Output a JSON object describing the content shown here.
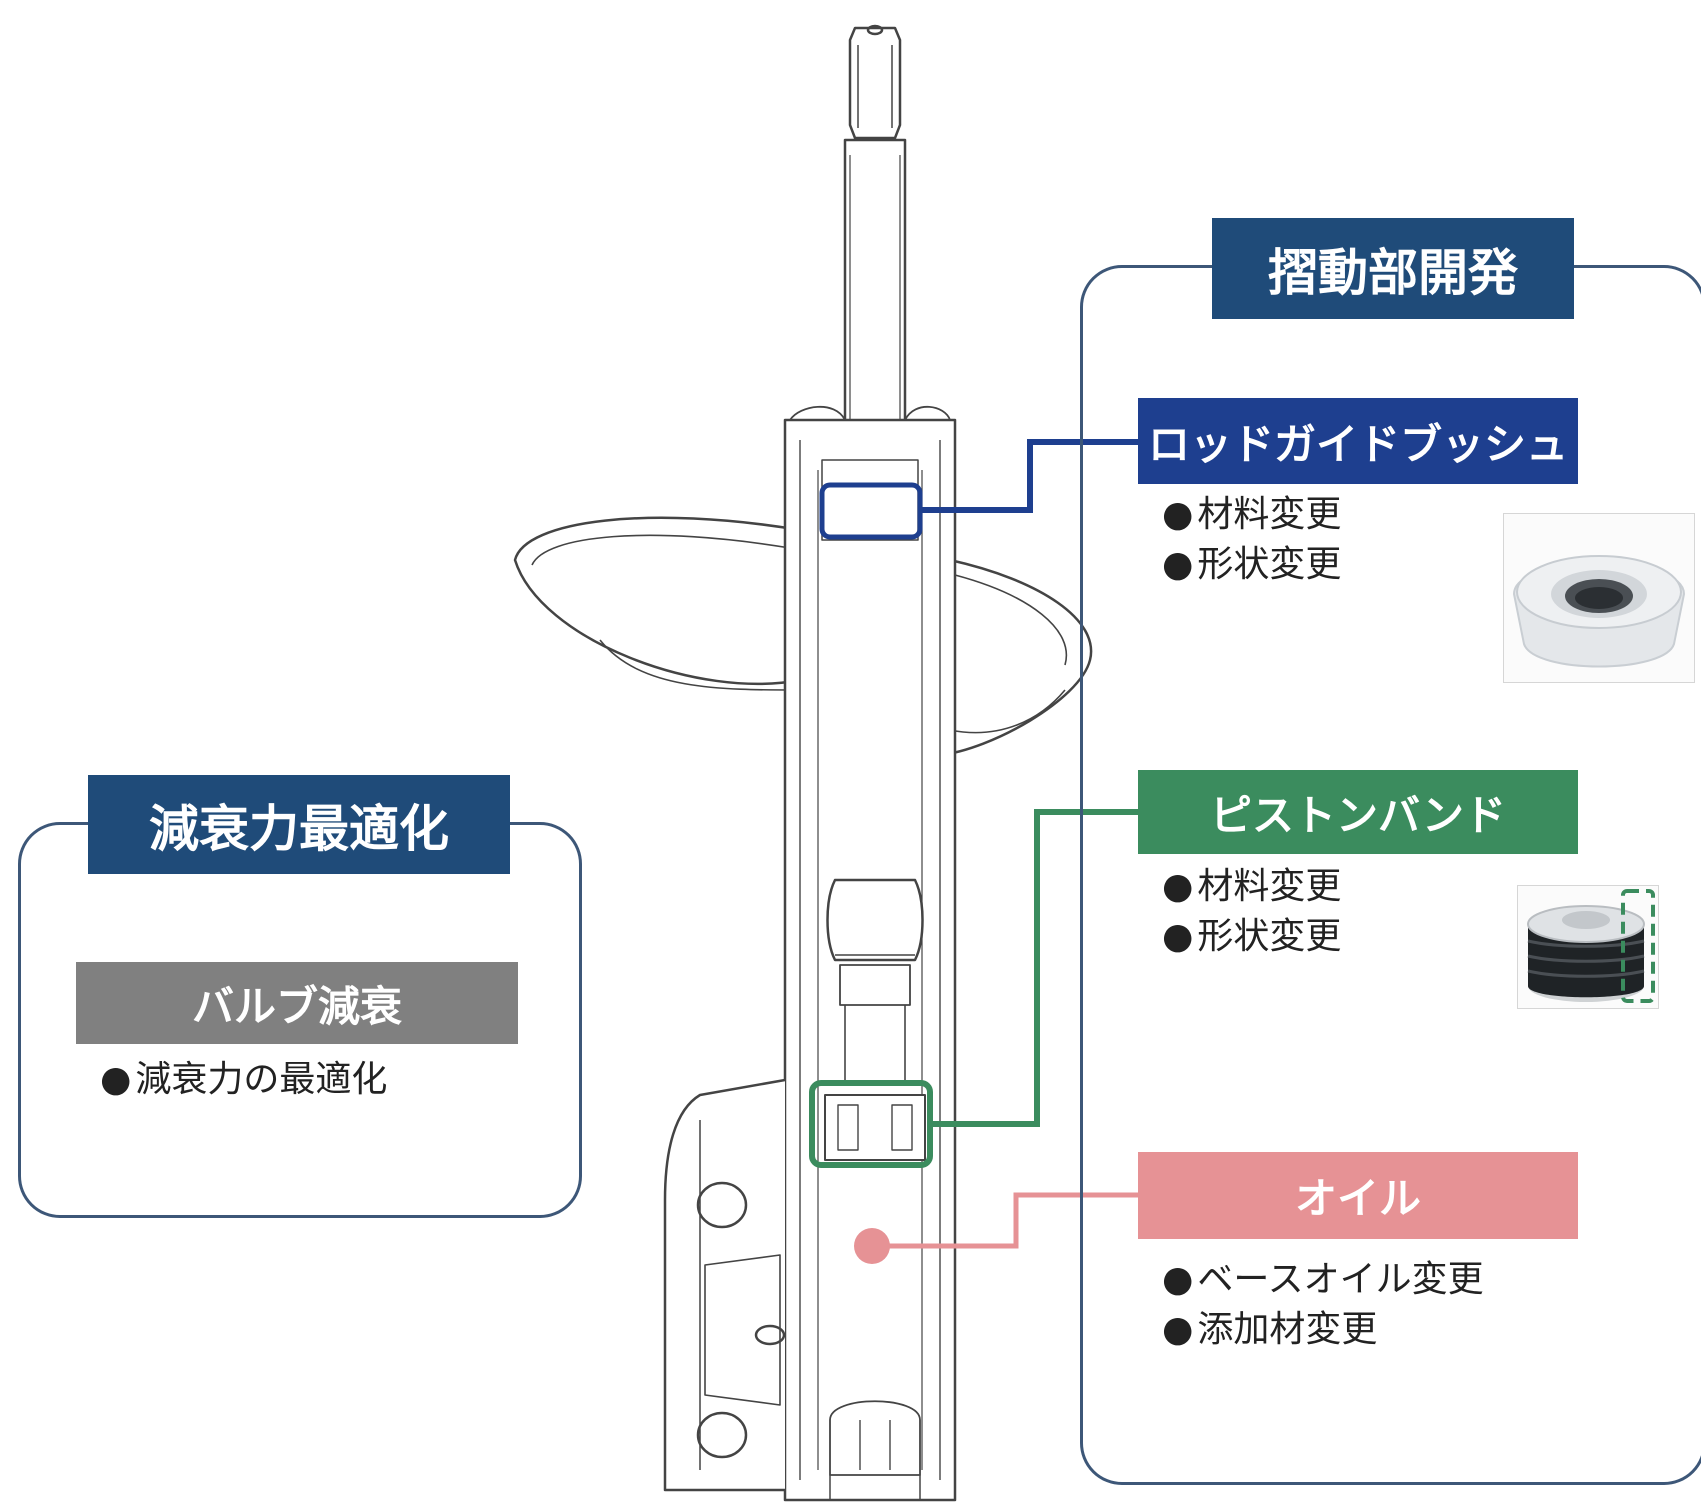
{
  "colors": {
    "navy": "#1f4b79",
    "blue": "#1e3f8f",
    "green": "#3b8c5e",
    "pink": "#e69295",
    "gray": "#808080",
    "panel_border": "#3d5778",
    "drawing": "#444444"
  },
  "left_panel": {
    "title": "減衰力最適化",
    "subsection": {
      "label": "バルブ減衰",
      "bullets": [
        "減衰力の最適化"
      ]
    }
  },
  "right_panel": {
    "title": "摺動部開発",
    "items": [
      {
        "label": "ロッドガイドブッシュ",
        "color": "#1e3f8f",
        "bullets": [
          "材料変更",
          "形状変更"
        ],
        "icon": "rod-guide-bush-photo"
      },
      {
        "label": "ピストンバンド",
        "color": "#3b8c5e",
        "bullets": [
          "材料変更",
          "形状変更"
        ],
        "icon": "piston-band-photo"
      },
      {
        "label": "オイル",
        "color": "#e69295",
        "bullets": [
          "ベースオイル変更",
          "添加材変更"
        ]
      }
    ]
  },
  "drawing": {
    "subject": "shock-absorber-strut-diagram"
  }
}
